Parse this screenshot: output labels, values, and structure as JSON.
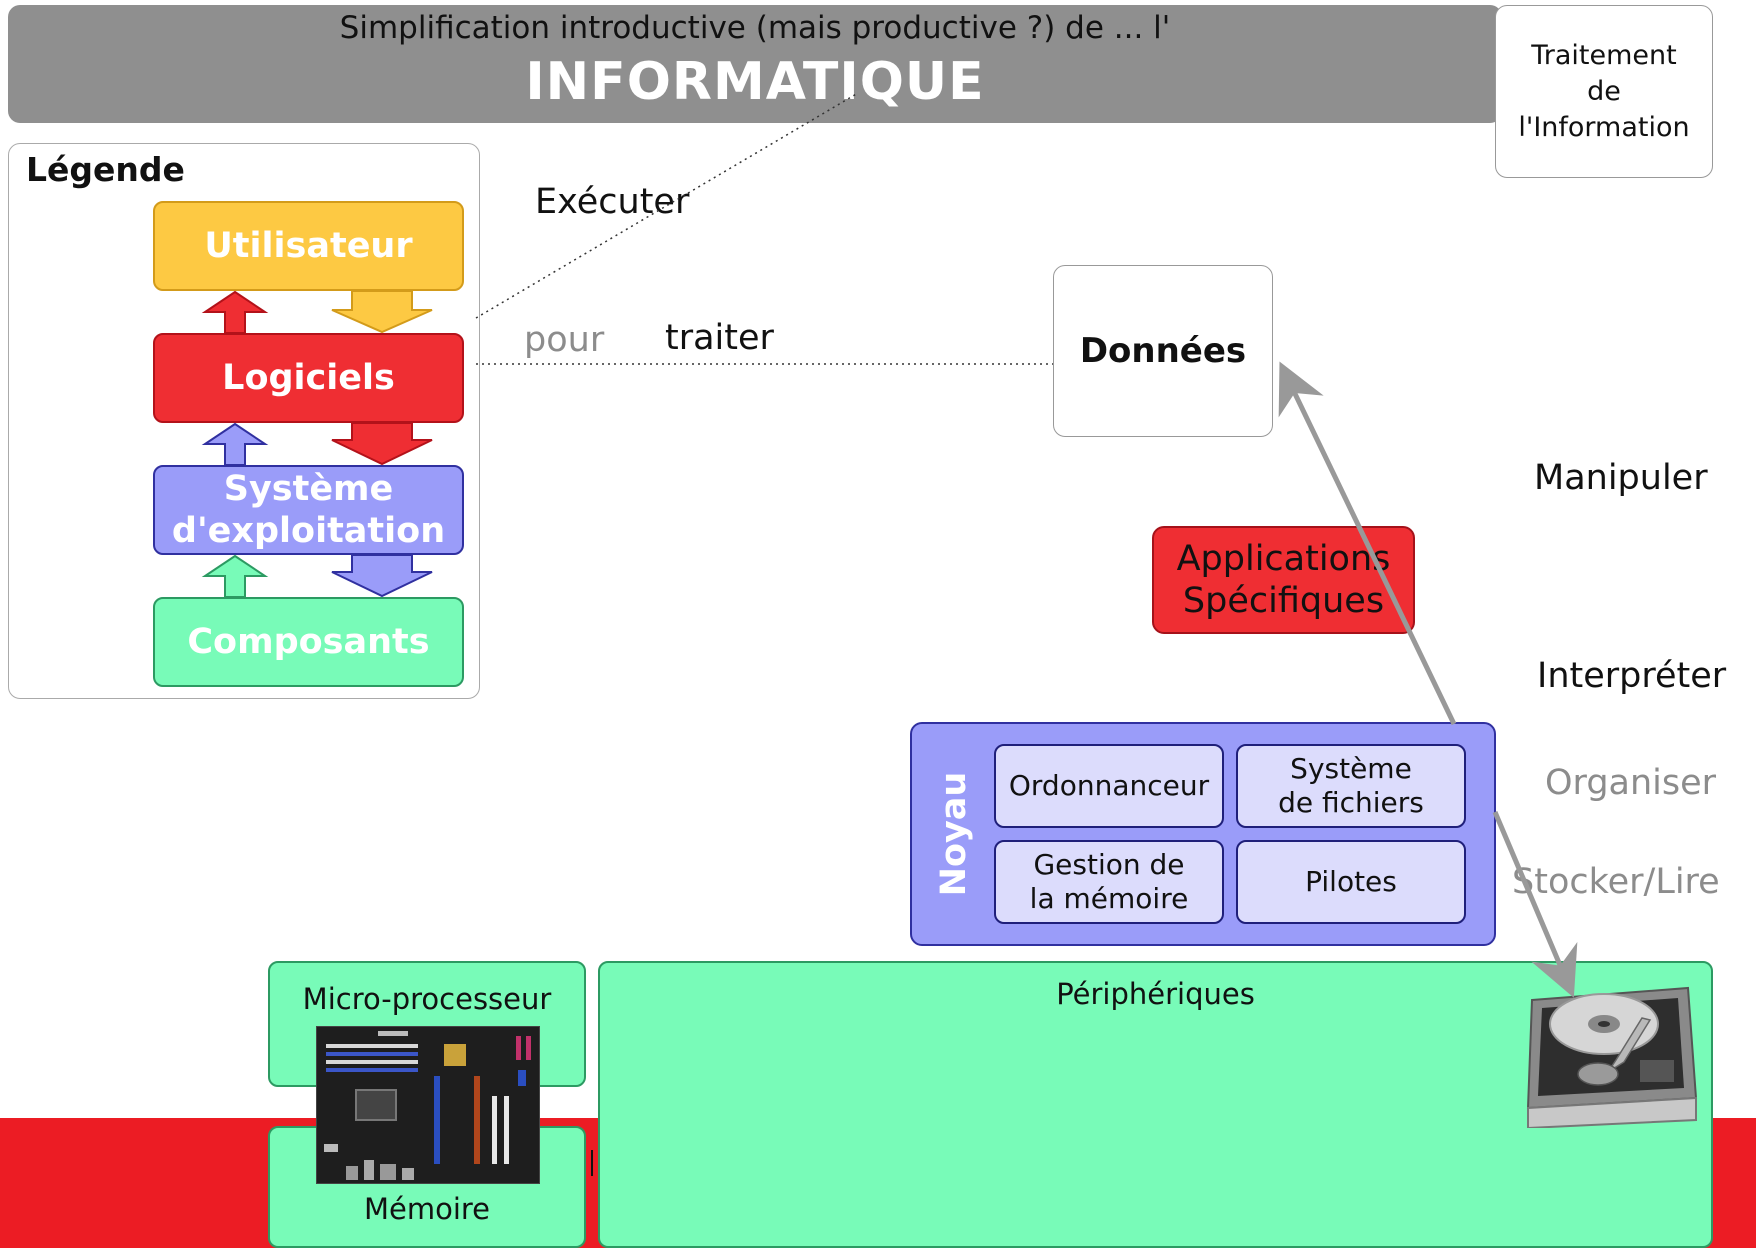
{
  "title": {
    "subtitle": "Simplification introductive (mais productive ?) de ... l'",
    "main": "INFORMATIQUE"
  },
  "traitement_box": {
    "line1": "Traitement",
    "line2": "de",
    "line3": "l'Information"
  },
  "legend": {
    "title": "Légende",
    "utilisateur": "Utilisateur",
    "logiciels": "Logiciels",
    "systeme_line1": "Système",
    "systeme_line2": "d'exploitation",
    "composants": "Composants"
  },
  "verbs": {
    "executer": "Exécuter",
    "pour": "pour",
    "traiter": "traiter",
    "manipuler": "Manipuler",
    "interpreter": "Interpréter",
    "organiser": "Organiser",
    "stocker_lire": "Stocker/Lire"
  },
  "donnees": "Données",
  "applications": {
    "line1": "Applications",
    "line2": "Spécifiques"
  },
  "noyau": {
    "label": "Noyau",
    "ordonnanceur": "Ordonnanceur",
    "fichiers_line1": "Système",
    "fichiers_line2": "de fichiers",
    "memoire_line1": "Gestion de",
    "memoire_line2": "la mémoire",
    "pilotes": "Pilotes"
  },
  "hardware": {
    "micro": "Micro-processeur",
    "memoire": "Mémoire",
    "peripheriques": "Périphériques",
    "motherboard_icon": "motherboard-icon",
    "harddisk_icon": "hard-disk-icon"
  },
  "colors": {
    "title_band": "#8f8f8f",
    "utilisateur": "#fdc943",
    "logiciels": "#ef2e33",
    "systeme": "#9a9cf9",
    "composants": "#78fbb8",
    "floor": "#ec1c24"
  }
}
